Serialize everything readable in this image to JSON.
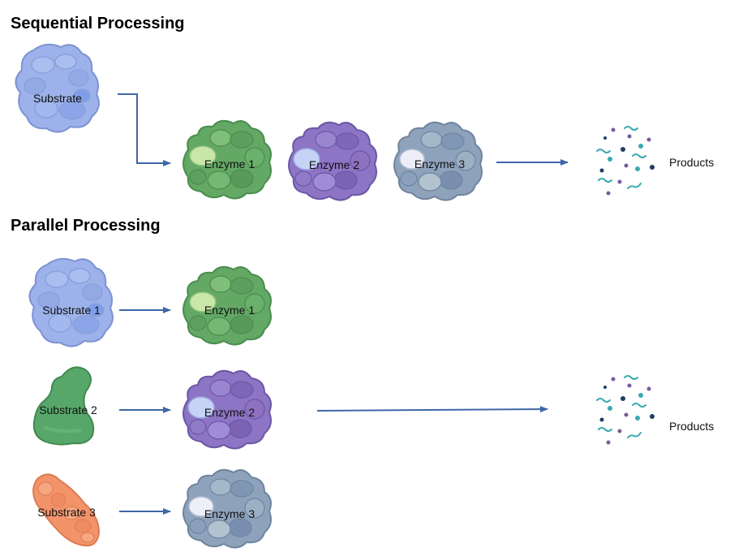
{
  "sections": {
    "sequential": {
      "title": "Sequential Processing",
      "substrate": "Substrate",
      "enzymes": [
        "Enzyme 1",
        "Enzyme 2",
        "Enzyme 3"
      ],
      "products": "Products"
    },
    "parallel": {
      "title": "Parallel Processing",
      "substrates": [
        "Substrate 1",
        "Substrate 2",
        "Substrate 3"
      ],
      "enzymes": [
        "Enzyme 1",
        "Enzyme 2",
        "Enzyme 3"
      ],
      "products": "Products"
    }
  },
  "colors": {
    "arrow": "#3d67a8",
    "substrate_blue": "#9db2ea",
    "substrate_green": "#58a76a",
    "substrate_orange": "#f2936a",
    "enzyme_green": "#63a865",
    "enzyme_purple": "#8d74c4",
    "enzyme_slate": "#8ea3bb",
    "particle_teal": "#3aa9b0",
    "particle_navy": "#1e3e64",
    "particle_purple": "#7a5a9c"
  }
}
